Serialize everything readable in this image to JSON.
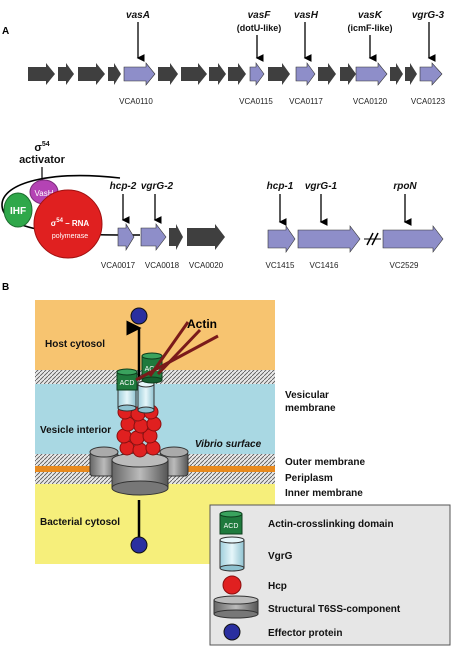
{
  "panel_a": {
    "label": "A",
    "operon1": {
      "callouts": [
        {
          "gene": "vasA",
          "sub": "",
          "locus": "VCA0110"
        },
        {
          "gene": "vasF",
          "sub": "(dotU-like)",
          "locus": "VCA0115"
        },
        {
          "gene": "vasH",
          "sub": "",
          "locus": "VCA0117"
        },
        {
          "gene": "vasK",
          "sub": "(icmF-like)",
          "locus": "VCA0120"
        },
        {
          "gene": "vgrG-3",
          "sub": "",
          "locus": "VCA0123"
        }
      ]
    },
    "regulation": {
      "activator_sigma": "σ",
      "activator_sup": "54",
      "activator_label": "activator",
      "vash": "VasH",
      "ihf": "IHF",
      "rna_pol_line1": "σ",
      "rna_pol_sup": "54",
      "rna_pol_rest": " – RNA",
      "rna_pol_line2": "polymerase"
    },
    "operon2": {
      "callouts": [
        {
          "gene": "hcp-2",
          "locus": "VCA0017"
        },
        {
          "gene": "vgrG-2",
          "locus": "VCA0018"
        }
      ],
      "extra_locus": "VCA0020"
    },
    "operon3": {
      "callouts": [
        {
          "gene": "hcp-1",
          "locus": "VC1415"
        },
        {
          "gene": "vgrG-1",
          "locus": "VC1416"
        },
        {
          "gene": "rpoN",
          "locus": "VC2529"
        }
      ]
    }
  },
  "panel_b": {
    "label": "B",
    "host_cytosol": "Host cytosol",
    "actin": "Actin",
    "acd_top": "ACD",
    "acd_front": "ACD",
    "vesicular_membrane_1": "Vesicular",
    "vesicular_membrane_2": "membrane",
    "vesicle_interior": "Vesicle interior",
    "vibrio_surface": "Vibrio surface",
    "outer_membrane": "Outer membrane",
    "periplasm": "Periplasm",
    "inner_membrane": "Inner membrane",
    "bacterial_cytosol": "Bacterial cytosol",
    "legend": {
      "acd_icon": "ACD",
      "items": [
        "Actin-crosslinking domain",
        "VgrG",
        "Hcp",
        "Structural T6SS-component",
        "Effector protein"
      ]
    }
  },
  "colors": {
    "dark_gene": "#3f3f3f",
    "purple_gene": "#8e8ec9",
    "host_orange": "#f7c470",
    "vesicle_blue": "#a9d8e3",
    "bacterial_yellow": "#f6ef7b",
    "periplasm_orange": "#e88a1e",
    "hcp_red": "#e02020",
    "acd_green": "#1f7a3d",
    "effector_blue": "#2a2fa0",
    "vash_magenta": "#b443b4",
    "ihf_green": "#2fa84a",
    "legend_bg": "#e6e6e6"
  }
}
